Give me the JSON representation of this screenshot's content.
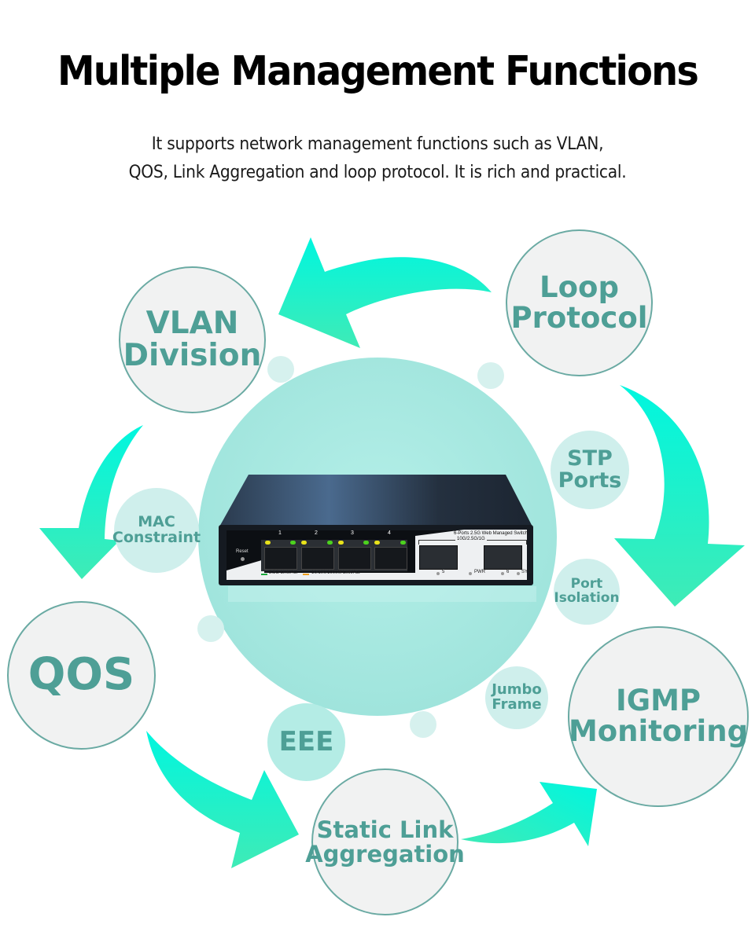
{
  "header": {
    "title": "Multiple Management Functions",
    "subtitle_line1": "It supports network management functions such as VLAN,",
    "subtitle_line2": "QOS, Link Aggregation and loop protocol. It is rich and practical."
  },
  "colors": {
    "label_text": "#4e9f96",
    "big_circle_fill": "#f1f2f2",
    "big_circle_border": "#6aaaa3",
    "small_circle_fill": "#cfefec",
    "center_circle": "#a9e8e1",
    "arrow_top": "#00f5dc",
    "arrow_bottom": "#3ceeb8"
  },
  "major_functions": [
    {
      "id": "vlan",
      "line1": "VLAN",
      "line2": "Division"
    },
    {
      "id": "loop",
      "line1": "Loop",
      "line2": "Protocol"
    },
    {
      "id": "qos",
      "line1": "QOS",
      "line2": ""
    },
    {
      "id": "igmp",
      "line1": "IGMP",
      "line2": "Monitoring"
    },
    {
      "id": "lag",
      "line1": "Static Link",
      "line2": "Aggregation"
    }
  ],
  "minor_functions": [
    {
      "id": "stp",
      "line1": "STP",
      "line2": "Ports"
    },
    {
      "id": "mac",
      "line1": "MAC",
      "line2": "Constraint"
    },
    {
      "id": "isolation",
      "line1": "Port",
      "line2": "Isolation"
    },
    {
      "id": "jumbo",
      "line1": "Jumbo",
      "line2": "Frame"
    },
    {
      "id": "eee",
      "line1": "EEE",
      "line2": ""
    }
  ],
  "switch": {
    "model_label": "6-Ports 2.5G Web Managed Switch",
    "sfp_speed_label": "10G/2.5G/1G",
    "reset_label": "Reset",
    "ports": [
      "1",
      "2",
      "3",
      "4"
    ],
    "sfp_ports": [
      "5",
      "6"
    ],
    "legend_green": "2.5G Link/Act",
    "legend_orange": "10/100/1000M Link/Act",
    "pwr_label": "PWR",
    "sys_label": "SYS"
  }
}
